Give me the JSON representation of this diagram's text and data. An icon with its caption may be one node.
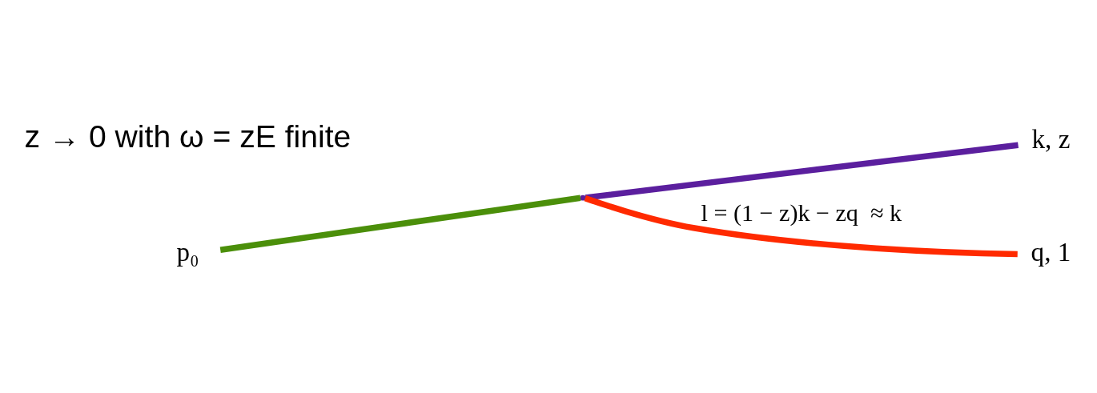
{
  "diagram": {
    "nodes": [
      {
        "text": [
          "p₀"
        ]
      },
      {
        "text": [],
        "shape": "point"
      },
      {
        "text": [
          "k, z"
        ]
      },
      {
        "text": [
          "q, 1"
        ]
      }
    ],
    "edges": [
      {
        "from": 0,
        "to": 1,
        "arrow": "none",
        "color": "#4b8f0a"
      },
      {
        "from": 1,
        "to": 2,
        "arrow": "none",
        "color": "#5b1f9e"
      },
      {
        "from": 1,
        "to": 3,
        "arrow": "none",
        "color": "#ff2a00",
        "label": "l = (1 − z)k − zq  ≈ k"
      }
    ],
    "labels": [
      "z → 0 with ω = zE finite"
    ]
  }
}
